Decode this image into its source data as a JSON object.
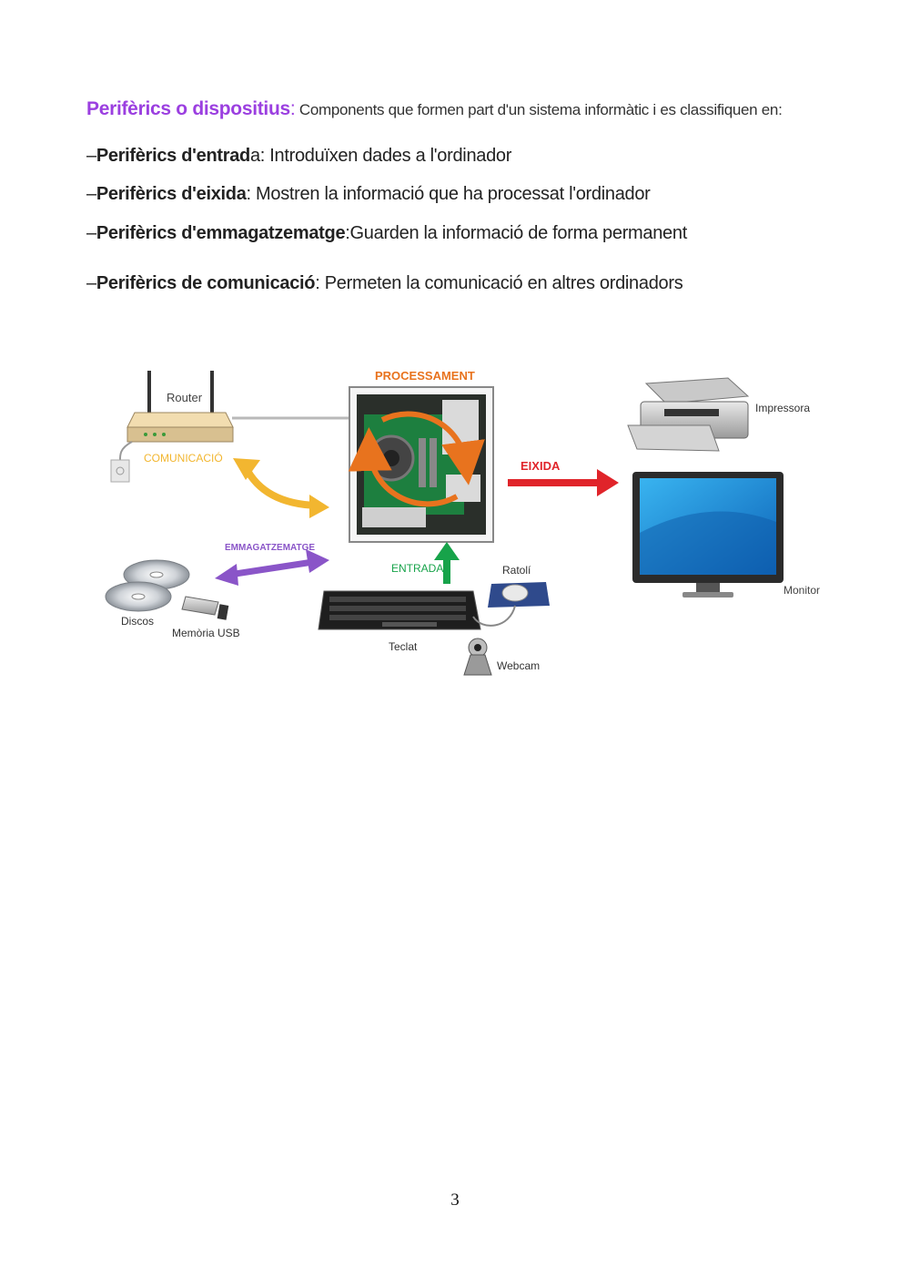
{
  "intro": {
    "title": "Perifèrics o dispositius",
    "colon": ":",
    "text": " Components que formen part d'un sistema informàtic i es classifiquen en:"
  },
  "bullets": [
    {
      "dash": "–",
      "bold": "Perifèrics d'entrad",
      "rest": "a: Introduïxen dades a l'ordinador"
    },
    {
      "dash": "–",
      "bold": "Perifèrics d'eixida",
      "rest": ": Mostren la informació que ha processat l'ordinador"
    },
    {
      "dash": "–",
      "bold": "Perifèrics d'emmagatzematge",
      "rest": ":Guarden la informació de forma permanent"
    },
    {
      "dash": "–",
      "bold": "Perifèrics de comunicació",
      "rest": ": Permeten la comunicació en altres ordinadors"
    }
  ],
  "diagram": {
    "labels": {
      "router": "Router",
      "comunicacio": "COMUNICACIÓ",
      "processament": "PROCESSAMENT",
      "eixida": "EIXIDA",
      "impressora": "Impressora",
      "monitor": "Monitor",
      "emmagatzematge": "EMMAGATZEMATGE",
      "discos": "Discos",
      "memoria_usb": "Memòria USB",
      "entrada": "ENTRADA",
      "ratoli": "Ratolí",
      "teclat": "Teclat",
      "webcam": "Webcam"
    },
    "colors": {
      "comunicacio": "#f2b630",
      "processament": "#e8731e",
      "eixida": "#e0242a",
      "emmagatzematge": "#8a55c8",
      "entrada": "#17a34a",
      "monitor_screen": "#1d8fd8"
    }
  },
  "page_number": "3"
}
